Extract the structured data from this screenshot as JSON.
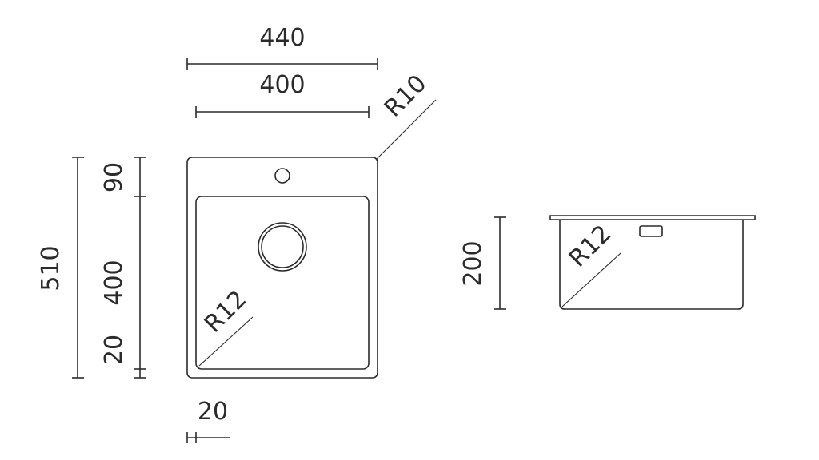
{
  "dimensions": {
    "total_width": "440",
    "inner_width": "400",
    "corner_radius_outer": "R10",
    "total_depth": "510",
    "back_ledge": "90",
    "bowl_length": "400",
    "front_ledge": "20",
    "side_ledge": "20",
    "bowl_radius_top": "R12",
    "bowl_height": "200",
    "bowl_radius_side": "R12"
  },
  "colors": {
    "stroke": "#2b2b2b",
    "background": "#ffffff"
  }
}
